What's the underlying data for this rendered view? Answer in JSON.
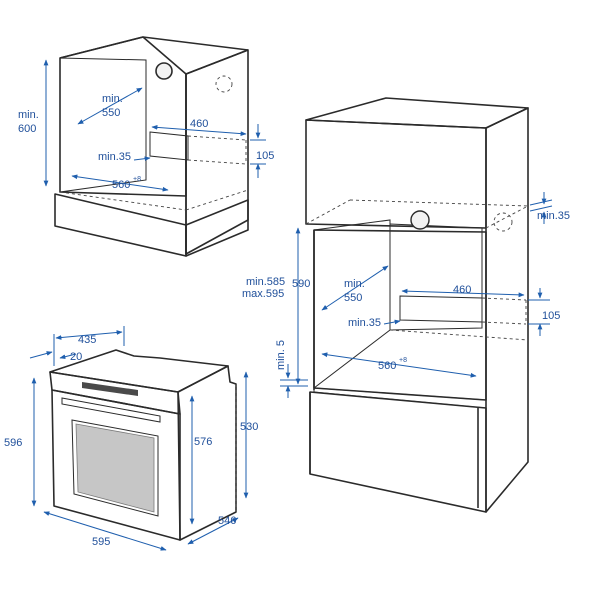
{
  "colors": {
    "dimension": "#1f5fae",
    "label": "#1f4f9a",
    "cabinet_dark": "#8c8c8c",
    "cabinet_mid": "#a9a9a9",
    "cabinet_light": "#dcdcdc",
    "edge": "#2b2b2b"
  },
  "icons": [
    "arrow-head-icon",
    "hole-marker-icon"
  ],
  "under_counter": {
    "height_label": "min.\n600",
    "depth_label": "min.\n550",
    "cutout_width": "460",
    "cutout_gap": "min.35",
    "cutout_height": "105",
    "width_label": "560",
    "width_tolerance": "+8"
  },
  "tall_unit": {
    "top_gap": "min.35",
    "height_range_min": "min.585",
    "height_range_max": "max.595",
    "height_label": "590",
    "depth_label": "min.\n550",
    "cutout_width": "460",
    "cutout_gap": "min.35",
    "cutout_height": "105",
    "bottom_gap": "min. 5",
    "width_label": "560",
    "width_tolerance": "+8"
  },
  "oven": {
    "depth_top": "435",
    "front_thickness": "20",
    "height_total": "596",
    "height_body": "576",
    "height_side": "530",
    "width": "595",
    "depth": "546"
  }
}
